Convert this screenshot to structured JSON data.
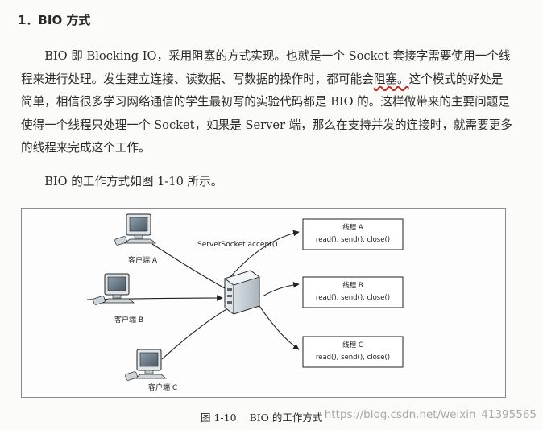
{
  "heading": "1．BIO 方式",
  "paragraph1": {
    "before": "BIO 即 Blocking IO，采用阻塞的方式实现。也就是一个 Socket 套接字需要使用一个线程来进行处理。发生建立连接、读数据、写数据的操作时，都可能会",
    "highlight": "阻塞。",
    "after": "这个模式的好处是简单，相信很多学习网络通信的学生最初写的实验代码都是 BIO 的。这样做带来的主要问题是使得一个线程只处理一个 Socket，如果是 Server 端，那么在支持并发的连接时，就需要更多的线程来完成这个工作。"
  },
  "paragraph2": "BIO 的工作方式如图 1-10 所示。",
  "figure": {
    "server_label": "ServerSocket.accept()",
    "clients": [
      "客户端 A",
      "客户端 B",
      "客户端 C"
    ],
    "threads": [
      {
        "name": "线程 A",
        "ops": "read(), send(), close()"
      },
      {
        "name": "线程 B",
        "ops": "read(), send(), close()"
      },
      {
        "name": "线程 C",
        "ops": "read(), send(), close()"
      }
    ]
  },
  "caption": {
    "number": "图 1-10",
    "title": "BIO 的工作方式"
  },
  "watermark": "https://blog.csdn.net/weixin_41395565"
}
